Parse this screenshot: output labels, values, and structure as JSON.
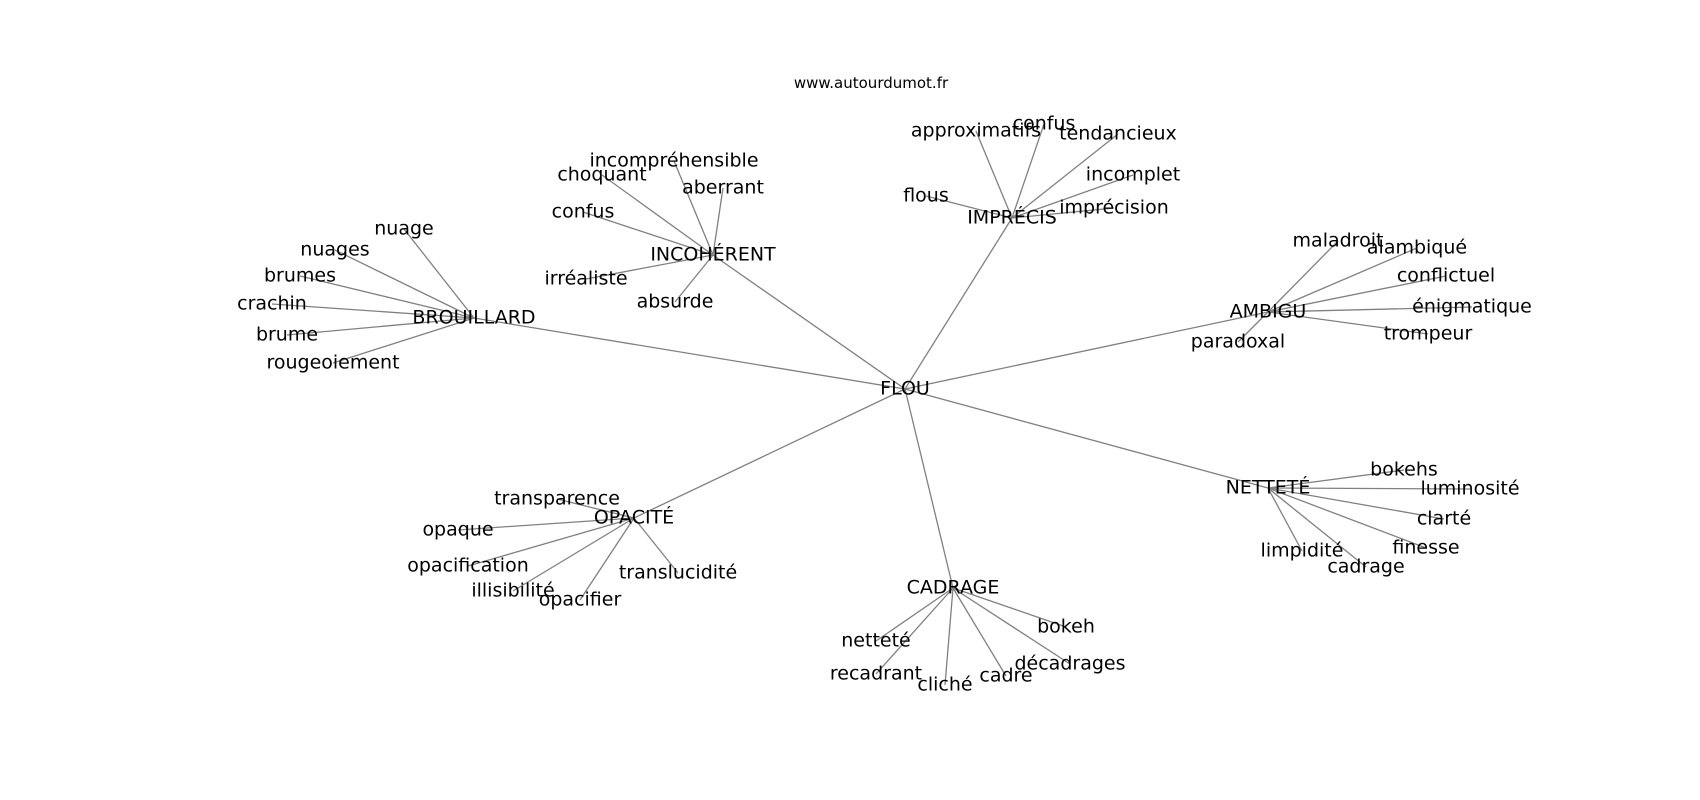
{
  "watermark": "www.autourdumot.fr",
  "center": "FLOU",
  "clusters": [
    {
      "label": "IMPRÉCIS",
      "words": [
        "approximatifs",
        "confus",
        "tendancieux",
        "incomplet",
        "imprécision",
        "flous"
      ]
    },
    {
      "label": "INCOHÉRENT",
      "words": [
        "incompréhensible",
        "choquant",
        "aberrant",
        "confus",
        "irréaliste",
        "absurde"
      ]
    },
    {
      "label": "BROUILLARD",
      "words": [
        "nuage",
        "nuages",
        "brumes",
        "crachin",
        "brume",
        "rougeoiement"
      ]
    },
    {
      "label": "AMBIGU",
      "words": [
        "maladroit",
        "alambiqué",
        "conflictuel",
        "énigmatique",
        "trompeur",
        "paradoxal"
      ]
    },
    {
      "label": "NETTETÉ",
      "words": [
        "bokehs",
        "luminosité",
        "clarté",
        "finesse",
        "cadrage",
        "limpidité"
      ]
    },
    {
      "label": "OPACITÉ",
      "words": [
        "transparence",
        "opaque",
        "opacification",
        "illisibilité",
        "opacifier",
        "translucidité"
      ]
    },
    {
      "label": "CADRAGE",
      "words": [
        "bokeh",
        "décadrages",
        "cadre",
        "cliché",
        "recadrant",
        "netteté"
      ]
    }
  ]
}
